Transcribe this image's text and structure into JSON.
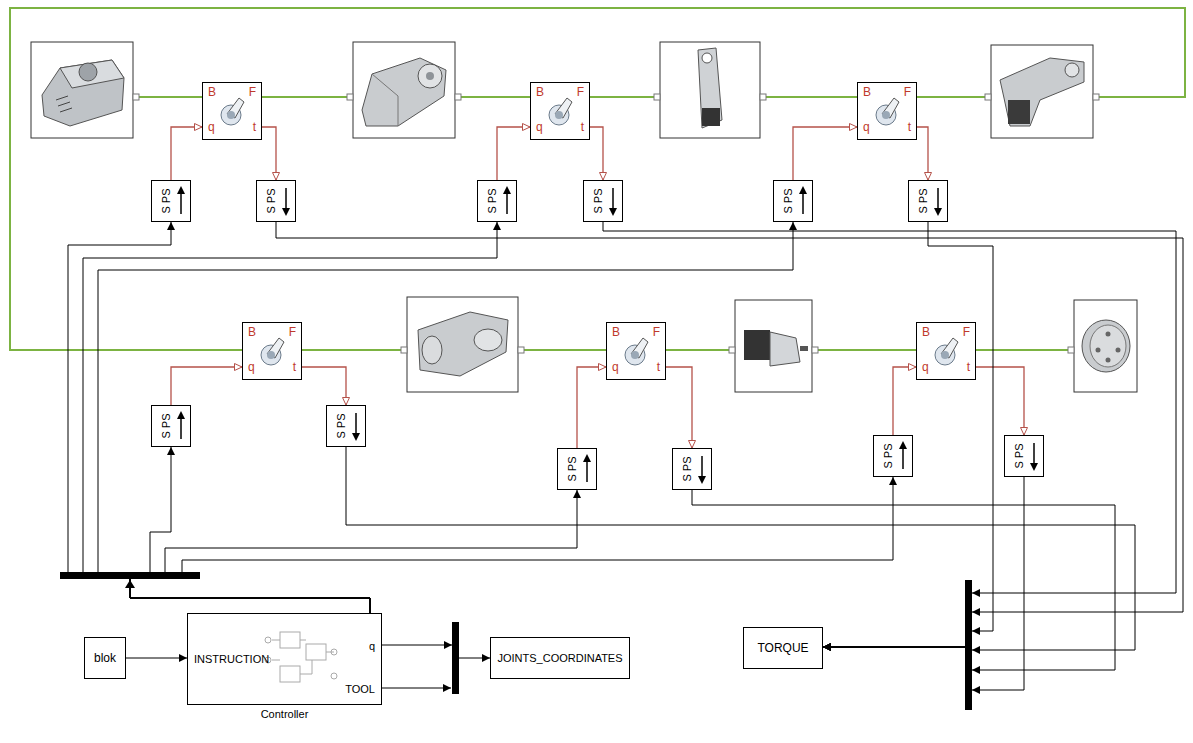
{
  "diagram": {
    "nodes": [
      {
        "text": [
          "B",
          "F",
          "q",
          "t"
        ]
      },
      {
        "text": [
          "S PS"
        ]
      },
      {
        "text": [
          "S PS"
        ]
      },
      {
        "text": [
          "B",
          "F",
          "q",
          "t"
        ]
      },
      {
        "text": [
          "S PS"
        ]
      },
      {
        "text": [
          "S PS"
        ]
      },
      {
        "text": [
          "B",
          "F",
          "q",
          "t"
        ]
      },
      {
        "text": [
          "S PS"
        ]
      },
      {
        "text": [
          "S PS"
        ]
      },
      {
        "text": [
          "B",
          "F",
          "q",
          "t"
        ]
      },
      {
        "text": [
          "S PS"
        ]
      },
      {
        "text": [
          "S PS"
        ]
      },
      {
        "text": [
          "B",
          "F",
          "q",
          "t"
        ]
      },
      {
        "text": [
          "S PS"
        ]
      },
      {
        "text": [
          "S PS"
        ]
      },
      {
        "text": [
          "B",
          "F",
          "q",
          "t"
        ]
      },
      {
        "text": [
          "S PS"
        ]
      },
      {
        "text": [
          "S PS"
        ]
      },
      {
        "text": [
          "blok"
        ]
      },
      {
        "text": [
          "INSTRUCTION",
          "q",
          "TOOL",
          "Controller"
        ]
      },
      {
        "text": [
          "JOINTS_COORDINATES"
        ]
      },
      {
        "text": [
          "TORQUE"
        ]
      }
    ],
    "edges": [
      {
        "from": 18,
        "to": 19,
        "arrow": "to"
      },
      {
        "from": 19,
        "to": 20,
        "arrow": "to"
      },
      {
        "from": 19,
        "to": 1,
        "arrow": "to"
      },
      {
        "from": 19,
        "to": 4,
        "arrow": "to"
      },
      {
        "from": 19,
        "to": 7,
        "arrow": "to"
      },
      {
        "from": 19,
        "to": 10,
        "arrow": "to"
      },
      {
        "from": 19,
        "to": 13,
        "arrow": "to"
      },
      {
        "from": 19,
        "to": 16,
        "arrow": "to"
      },
      {
        "from": 1,
        "to": 0,
        "arrow": "to"
      },
      {
        "from": 4,
        "to": 3,
        "arrow": "to"
      },
      {
        "from": 7,
        "to": 6,
        "arrow": "to"
      },
      {
        "from": 10,
        "to": 9,
        "arrow": "to"
      },
      {
        "from": 13,
        "to": 12,
        "arrow": "to"
      },
      {
        "from": 16,
        "to": 15,
        "arrow": "to"
      },
      {
        "from": 0,
        "to": 2,
        "arrow": "to"
      },
      {
        "from": 3,
        "to": 5,
        "arrow": "to"
      },
      {
        "from": 6,
        "to": 8,
        "arrow": "to"
      },
      {
        "from": 9,
        "to": 11,
        "arrow": "to"
      },
      {
        "from": 12,
        "to": 14,
        "arrow": "to"
      },
      {
        "from": 15,
        "to": 17,
        "arrow": "to"
      },
      {
        "from": 2,
        "to": 21,
        "arrow": "to"
      },
      {
        "from": 5,
        "to": 21,
        "arrow": "to"
      },
      {
        "from": 8,
        "to": 21,
        "arrow": "to"
      },
      {
        "from": 11,
        "to": 21,
        "arrow": "to"
      },
      {
        "from": 14,
        "to": 21,
        "arrow": "to"
      },
      {
        "from": 17,
        "to": 21,
        "arrow": "to"
      }
    ]
  }
}
